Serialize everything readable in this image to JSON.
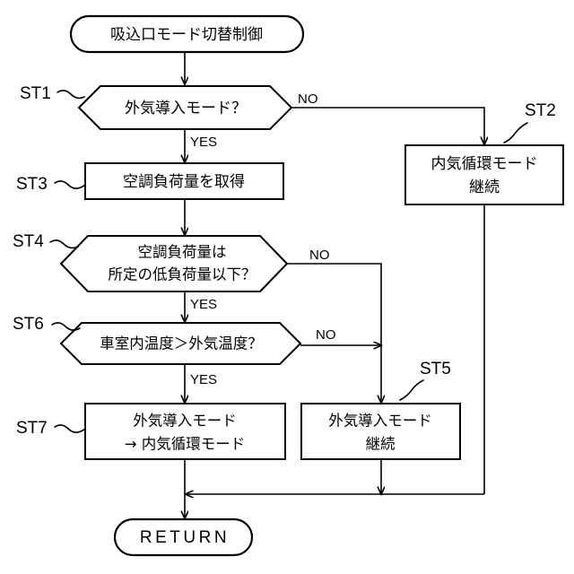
{
  "diagram": {
    "type": "flowchart",
    "title": "吸込口モード切替制御",
    "language": "ja",
    "background_color": "#ffffff",
    "line_color": "#000000",
    "text_color": "#000000",
    "start_label": "吸込口モード切替制御",
    "end_label": "RETURN",
    "nodes": [
      {
        "id": "start",
        "step": "",
        "shape": "terminator",
        "text": "吸込口モード切替制御",
        "lines": [
          "吸込口モード切替制御"
        ]
      },
      {
        "id": "st1",
        "step": "ST1",
        "shape": "decision",
        "text": "外気導入モード？",
        "lines": [
          "外気導入モード？"
        ],
        "yes_label": "YES",
        "no_label": "NO"
      },
      {
        "id": "st2",
        "step": "ST2",
        "shape": "process",
        "text": "内気循環モード継続",
        "lines": [
          "内気循環モード",
          "継続"
        ]
      },
      {
        "id": "st3",
        "step": "ST3",
        "shape": "process",
        "text": "空調負荷量を取得",
        "lines": [
          "空調負荷量を取得"
        ]
      },
      {
        "id": "st4",
        "step": "ST4",
        "shape": "decision",
        "text": "空調負荷量は所定の低負荷量以下？",
        "lines": [
          "空調負荷量は",
          "所定の低負荷量以下？"
        ],
        "yes_label": "YES",
        "no_label": "NO"
      },
      {
        "id": "st6",
        "step": "ST6",
        "shape": "decision",
        "text": "車室内温度＞外気温度？",
        "lines": [
          "車室内温度＞外気温度？"
        ],
        "yes_label": "YES",
        "no_label": "NO"
      },
      {
        "id": "st5",
        "step": "ST5",
        "shape": "process",
        "text": "外気導入モード継続",
        "lines": [
          "外気導入モード",
          "継続"
        ]
      },
      {
        "id": "st7",
        "step": "ST7",
        "shape": "process",
        "text": "外気導入モード→内気循環モード",
        "lines": [
          "外気導入モード",
          "→ 内気循環モード"
        ]
      },
      {
        "id": "end",
        "step": "",
        "shape": "terminator",
        "text": "RETURN",
        "lines": [
          "RETURN"
        ]
      }
    ],
    "step_labels": [
      "ST1",
      "ST2",
      "ST3",
      "ST4",
      "ST5",
      "ST6",
      "ST7"
    ],
    "branch_labels": {
      "st1_no": "NO",
      "st1_yes": "YES",
      "st4_no": "NO",
      "st4_yes": "YES",
      "st6_no": "NO",
      "st6_yes": "YES"
    }
  }
}
